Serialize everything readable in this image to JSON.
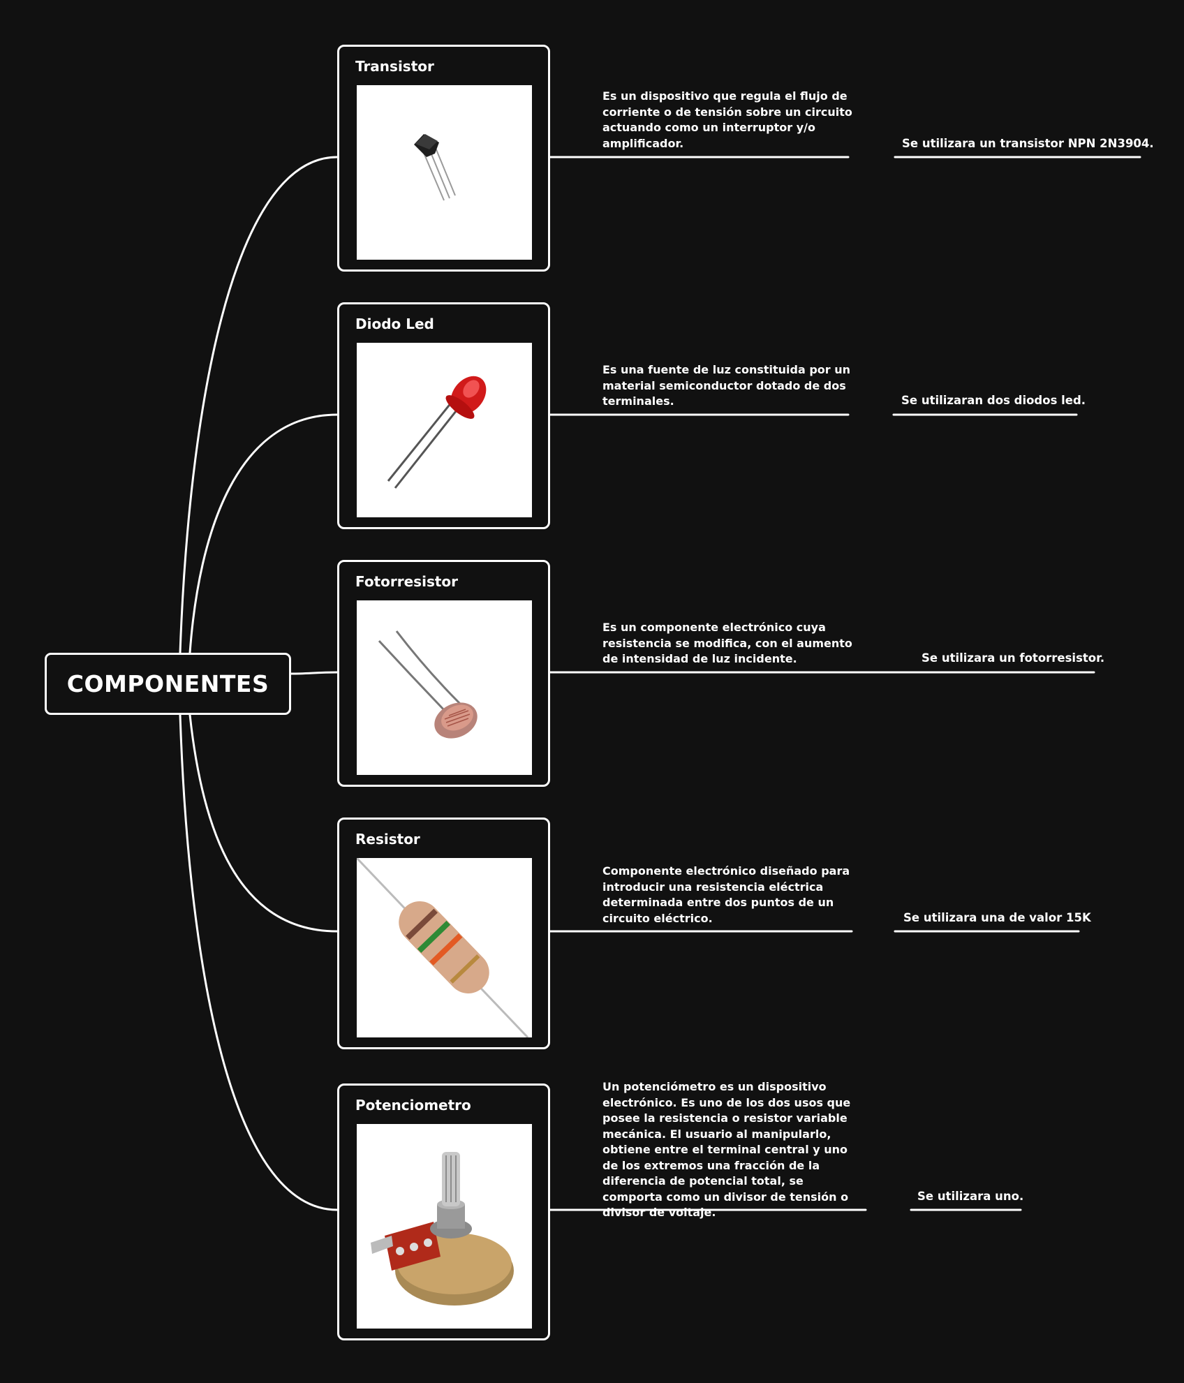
{
  "root": {
    "label": "COMPONENTES"
  },
  "components": [
    {
      "name": "Transistor",
      "image_icon": "transistor-icon",
      "description": "Es un dispositivo que regula el flujo de corriente o de tensión sobre un circuito actuando como un interruptor y/o amplificador.",
      "usage": "Se utilizara un transistor NPN 2N3904."
    },
    {
      "name": "Diodo Led",
      "image_icon": "led-icon",
      "description": "Es una fuente de luz constituida por un material semiconductor dotado de dos terminales.",
      "usage": "Se utilizaran dos diodos led."
    },
    {
      "name": "Fotorresistor",
      "image_icon": "photoresistor-icon",
      "description": "Es un componente electrónico cuya resistencia se modifica, con el aumento de intensidad de luz incidente.",
      "usage": "Se utilizara un fotorresistor."
    },
    {
      "name": "Resistor",
      "image_icon": "resistor-icon",
      "description": "Componente electrónico diseñado para introducir una resistencia eléctrica determinada entre dos puntos de un circuito eléctrico.",
      "usage": "Se utilizara una de valor 15K"
    },
    {
      "name": "Potenciometro",
      "image_icon": "potentiometer-icon",
      "description": "Un potenciómetro es un dispositivo electrónico. Es uno de los dos usos que posee la resistencia o resistor variable mecánica. El usuario al manipularlo, obtiene entre el terminal central y uno de los extremos una fracción de la diferencia de potencial total, se comporta como un divisor de tensión o divisor de voltaje.",
      "usage": "Se utilizara uno."
    }
  ],
  "colors": {
    "background": "#111111",
    "line": "#ffffff",
    "text": "#ffffff"
  }
}
